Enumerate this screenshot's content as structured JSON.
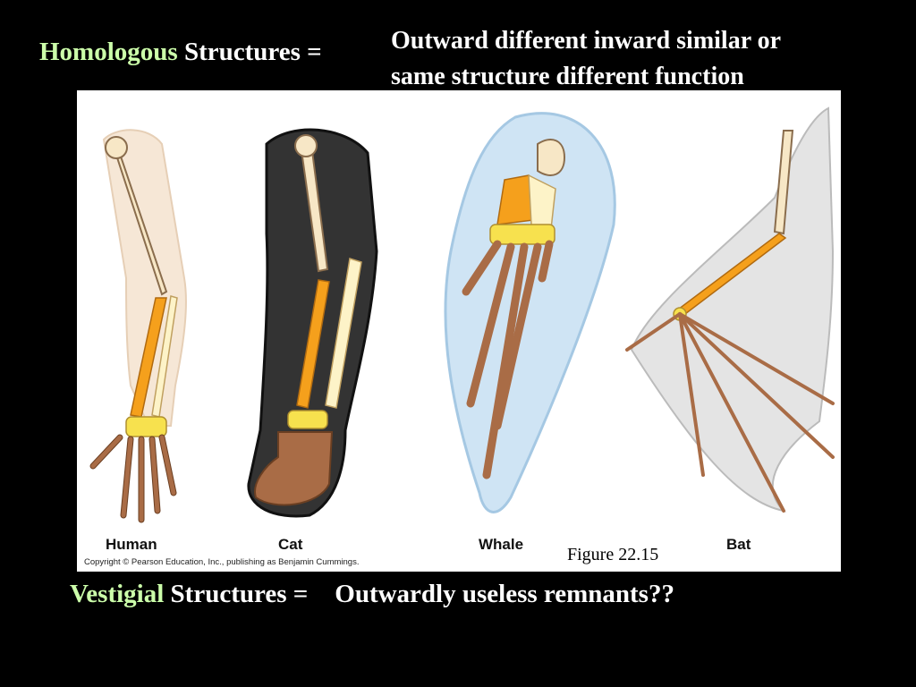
{
  "slide": {
    "homologous": {
      "term": "Homologous",
      "rest": " Structures =",
      "definition_line1": "Outward different inward similar or",
      "definition_line2": "same structure different function"
    },
    "figure": {
      "labels": {
        "human": "Human",
        "cat": "Cat",
        "whale": "Whale",
        "bat": "Bat"
      },
      "copyright": "Copyright © Pearson Education, Inc., publishing as Benjamin Cummings.",
      "figure_number": "Figure 22.15"
    },
    "vestigial": {
      "term": "Vestigial",
      "rest": " Structures =",
      "definition": "Outwardly useless remnants??"
    },
    "colors": {
      "accent_green": "#ccffaa",
      "humerus": "#f7e7c6",
      "radius": "#f5a01c",
      "ulna": "#fdf3c8",
      "carpals": "#f7e14e",
      "phalanges": "#a96c46"
    }
  }
}
